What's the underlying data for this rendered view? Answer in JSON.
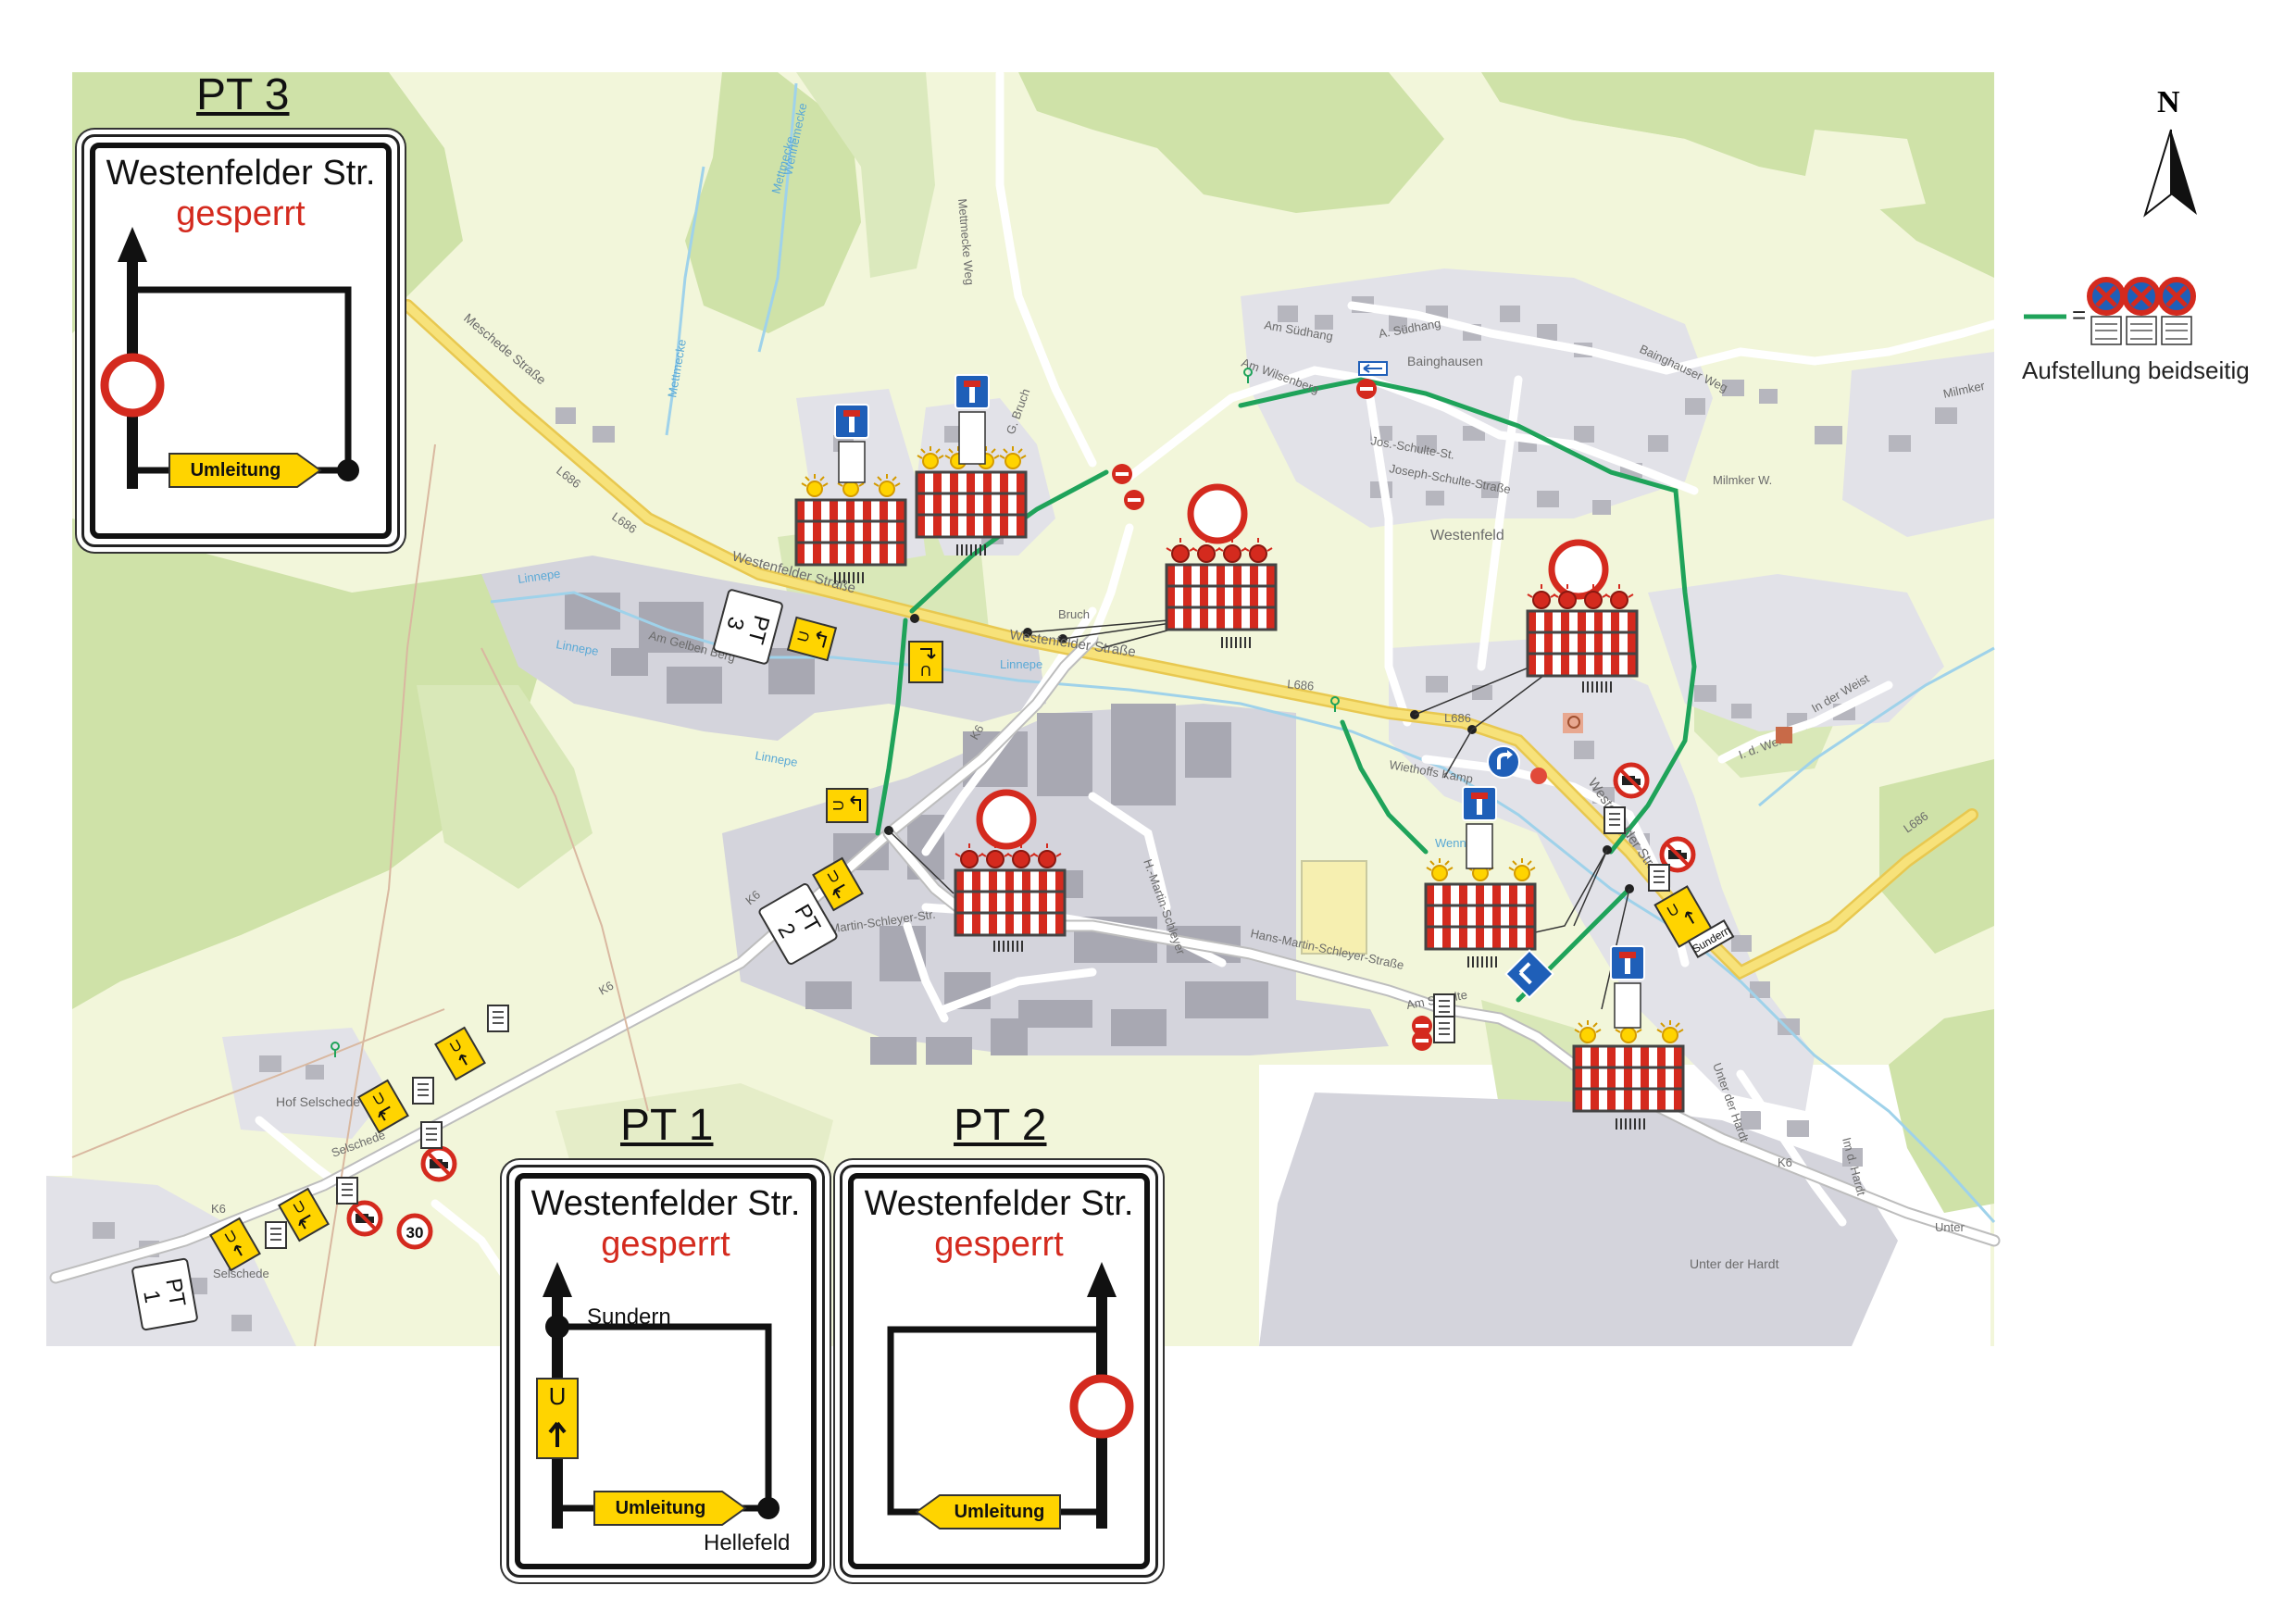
{
  "north_label": "N",
  "legend": {
    "text": "Aufstellung beidseitig",
    "symbol": "=",
    "line_color": "#1fa35a"
  },
  "colors": {
    "detour_line": "#1fa35a",
    "main_road": "#f7e27a",
    "forest": "#cfe2a8",
    "meadow": "#f2f6da",
    "industrial": "#cfcfd6",
    "sign_yellow": "#ffd400",
    "closed_red": "#d42a1e"
  },
  "pt1": {
    "heading": "PT 1",
    "title": "Westenfelder Str.",
    "status": "gesperrt",
    "top_place": "Sundern",
    "bottom_place": "Hellefeld",
    "detour": "Umleitung",
    "route": "U"
  },
  "pt2": {
    "heading": "PT 2",
    "title": "Westenfelder Str.",
    "status": "gesperrt",
    "detour": "Umleitung"
  },
  "pt3": {
    "heading": "PT 3",
    "title": "Westenfelder Str.",
    "status": "gesperrt",
    "detour": "Umleitung"
  },
  "map_markers": {
    "pt1": [
      "PT",
      "1"
    ],
    "pt2": [
      "PT",
      "2"
    ],
    "pt3": [
      "PT",
      "3"
    ],
    "route_letter": "U",
    "sundern_sign": "Sundern",
    "speed": "30"
  },
  "map_labels": {
    "westenfelder_strasse": "Westenfelder Straße",
    "westenfelder_strasse_2": "Westenfelder Straße",
    "westenfelder_str_east": "Westenfelder Str.",
    "meschede_strasse": "Meschede Straße",
    "l686_a": "L686",
    "l686_b": "L686",
    "l686_c": "L686",
    "l686_d": "L686",
    "l686_e": "L686",
    "k6_a": "K6",
    "k6_b": "K6",
    "k6_c": "K6",
    "k6_d": "K6",
    "k6_e": "K6",
    "am_gelben_berg": "Am Gelben Berg",
    "westenfeld": "Westenfeld",
    "bainghausen": "Bainghausen",
    "bainghauser_weg": "Bainghauser Weg",
    "am_suedhang": "Am Südhang",
    "a_suedhang": "A. Südhang",
    "am_wilsenberg": "Am Wilsenberg",
    "jos_schulte_strasse": "Joseph-Schulte-Straße",
    "jos_schulte_st": "Jos.-Schulte-St.",
    "milmker_weg": "Milmker W.",
    "milmker": "Milmker",
    "mettmecke_weg": "Mettmecke Weg",
    "g_bruch": "G. Bruch",
    "bruch": "Bruch",
    "hans_martin_schleyer": "Hans-Martin-Schleyer-Straße",
    "h_martin_schleyer": "H.-Martin-Schleyer-Str.",
    "h_martin_schleyer_v": "H.-Martin-Schleyer",
    "wiethoffs_kamp": "Wiethoffs Kamp",
    "in_der_weist": "In der Weist",
    "i_d_weist": "I. d. Weist",
    "hof_selschede": "Hof Selschede",
    "selschede": "Selschede",
    "selschede_2": "Selschede",
    "unter_der_hardt": "Unter der Hardt",
    "unter_der_hardt_v": "Unter der Hardt",
    "im_d_hardt": "Im d. Hardt",
    "unter": "Unter",
    "am_schulte": "Am Schulte",
    "linnepe": "Linnepe",
    "linnepe_2": "Linnepe",
    "linnepe_3": "Linnepe",
    "linnepe_4": "Linnepe",
    "mettmecke": "Mettmecke",
    "mettmecke_2": "Mettmecke",
    "wennemecke": "Wennemecke",
    "wenne": "Wenne"
  }
}
